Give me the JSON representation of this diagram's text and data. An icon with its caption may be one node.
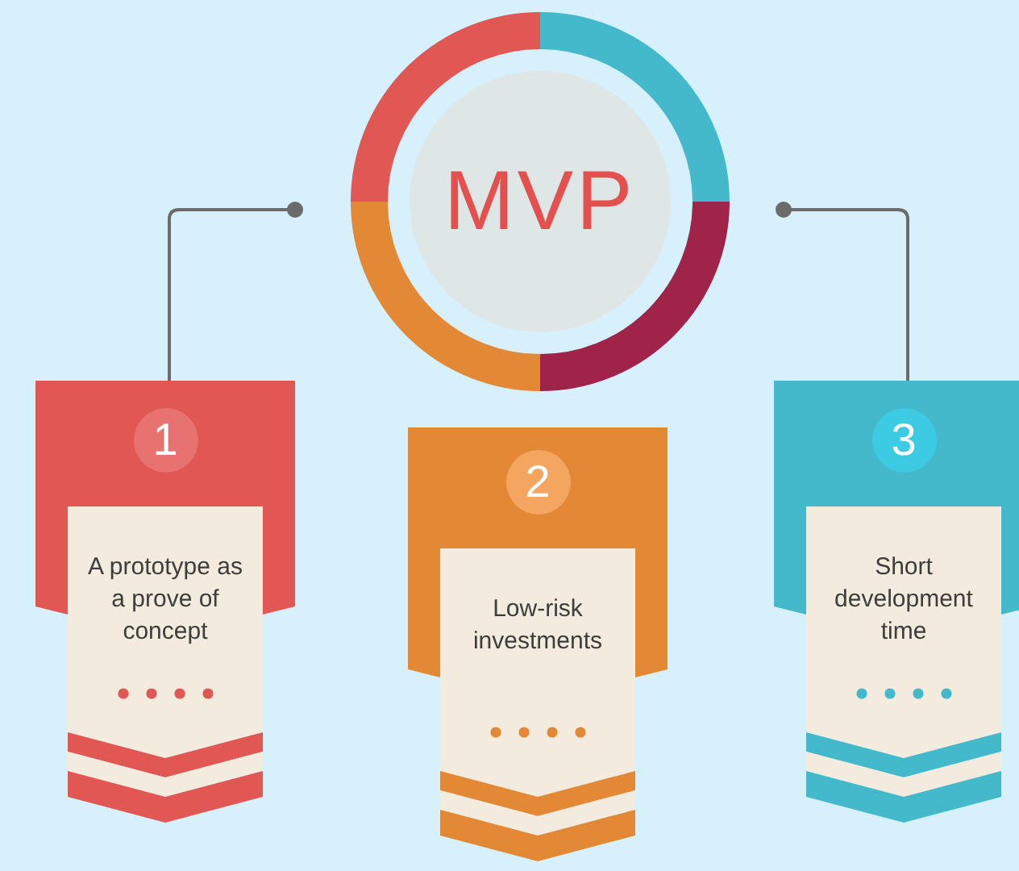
{
  "diagram": {
    "nodes": [
      {
        "text": [
          "MVP"
        ]
      },
      {
        "text": [
          "1",
          "A prototype as a prove of concept"
        ]
      },
      {
        "text": [
          "2",
          "Low-risk investments"
        ]
      },
      {
        "text": [
          "3",
          "Short development time"
        ]
      }
    ],
    "edges": [
      {
        "from": 0,
        "to": 1,
        "arrow": "other"
      },
      {
        "from": 0,
        "to": 3,
        "arrow": "other"
      }
    ]
  }
}
